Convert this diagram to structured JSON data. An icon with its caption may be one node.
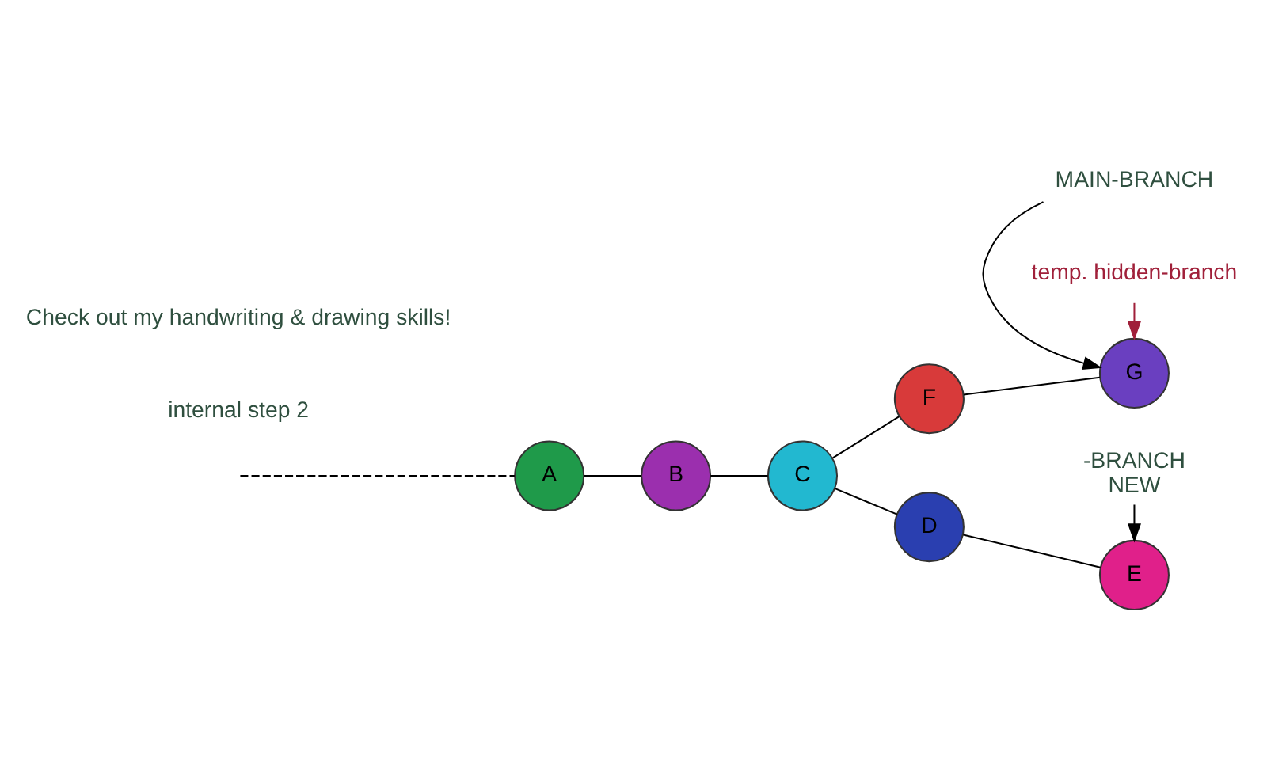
{
  "diagram": {
    "nodes": [
      {
        "text": [
          "A"
        ]
      },
      {
        "text": [
          "B"
        ]
      },
      {
        "text": [
          "C"
        ]
      },
      {
        "text": [
          "F"
        ]
      },
      {
        "text": [
          "G"
        ]
      },
      {
        "text": [
          "D"
        ]
      },
      {
        "text": [
          "E"
        ]
      },
      {
        "text": [
          "MAIN-BRANCH"
        ]
      },
      {
        "text": [
          "temp. hidden-branch"
        ]
      },
      {
        "text": [
          "-BRANCH",
          "NEW"
        ]
      }
    ],
    "edges": [
      {
        "from": null,
        "to": 0,
        "arrow": "none",
        "style": "dashed"
      },
      {
        "from": 0,
        "to": 1,
        "arrow": "none"
      },
      {
        "from": 1,
        "to": 2,
        "arrow": "none"
      },
      {
        "from": 2,
        "to": 3,
        "arrow": "none"
      },
      {
        "from": 3,
        "to": 4,
        "arrow": "none"
      },
      {
        "from": 2,
        "to": 5,
        "arrow": "none"
      },
      {
        "from": 5,
        "to": 6,
        "arrow": "none"
      },
      {
        "from": 7,
        "to": 4,
        "arrow": "to"
      },
      {
        "from": 8,
        "to": 4,
        "arrow": "to",
        "color": "#a0203a"
      },
      {
        "from": 9,
        "to": 6,
        "arrow": "to"
      }
    ],
    "labels": [
      "internal step 2",
      "Check out my handwriting & drawing skills!"
    ]
  }
}
